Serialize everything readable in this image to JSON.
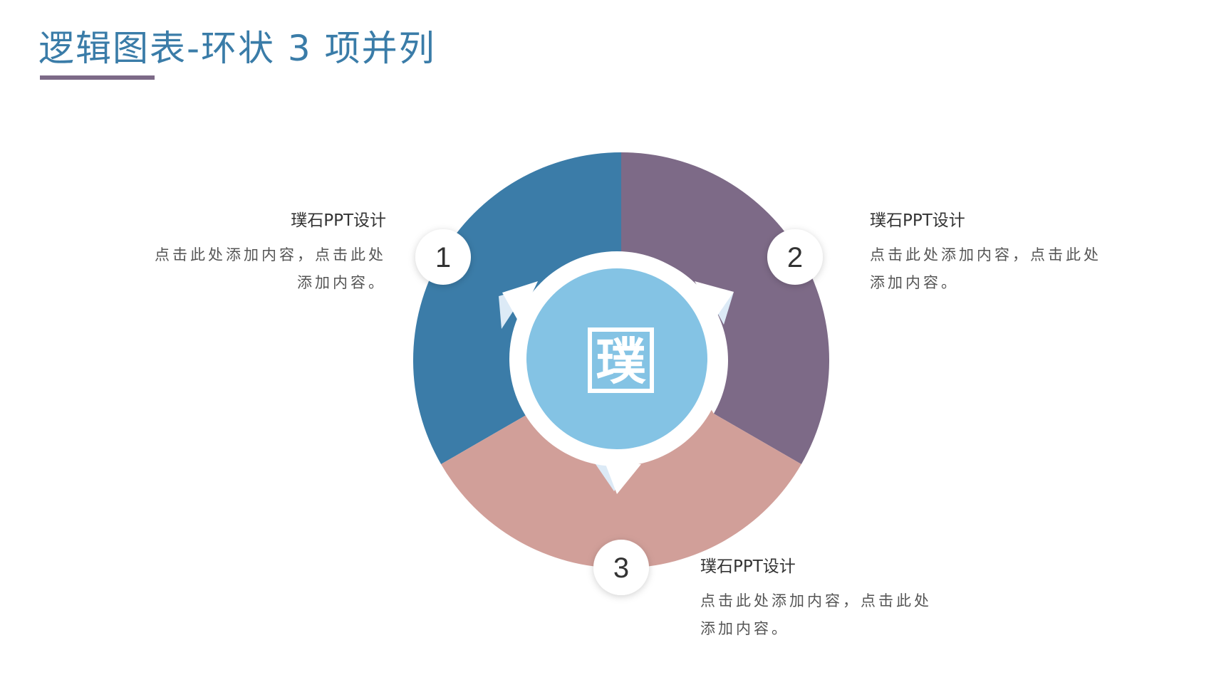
{
  "title": "逻辑图表-环状 3 项并列",
  "center": {
    "icon": "璞"
  },
  "items": [
    {
      "number": "1",
      "title": "璞石PPT设计",
      "desc_line1": "点击此处添加内容，点击此处",
      "desc_line2": "添加内容。",
      "color": "#3b7ca8"
    },
    {
      "number": "2",
      "title": "璞石PPT设计",
      "desc_line1": "点击此处添加内容，点击此处",
      "desc_line2": "添加内容。",
      "color": "#7d6a87"
    },
    {
      "number": "3",
      "title": "璞石PPT设计",
      "desc_line1": "点击此处添加内容，点击此处",
      "desc_line2": "添加内容。",
      "color": "#d19f99"
    }
  ],
  "colors": {
    "accent": "#3a7ca8",
    "center": "#84c3e4",
    "underline": "#7d6a87"
  }
}
